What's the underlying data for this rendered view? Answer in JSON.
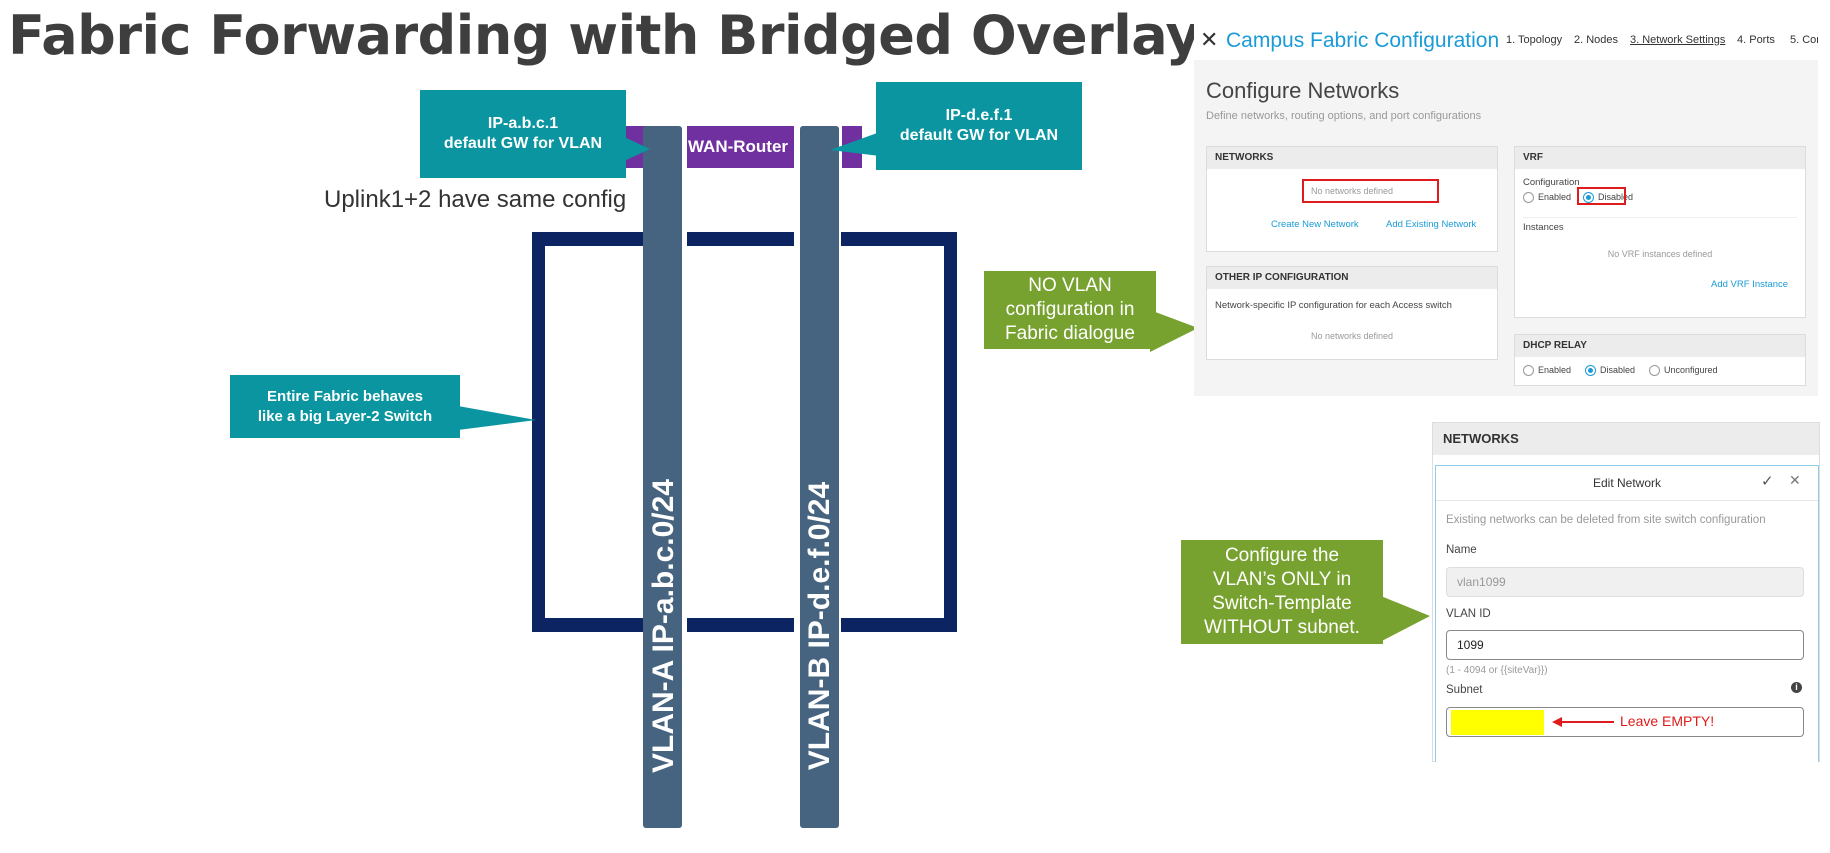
{
  "title": "Fabric Forwarding with Bridged Overlay",
  "callouts": {
    "gw_a": [
      "IP-a.b.c.1",
      "default GW for VLAN"
    ],
    "gw_b": [
      "IP-d.e.f.1",
      "default GW for VLAN"
    ],
    "fabric": [
      "Entire Fabric behaves",
      "like a big  Layer-2 Switch"
    ],
    "no_vlan": [
      "NO VLAN",
      "configuration in",
      "Fabric dialogue"
    ],
    "configure": [
      "Configure the",
      "VLAN’s ONLY in",
      "Switch-Template",
      "WITHOUT subnet."
    ]
  },
  "router_label": "WAN-Router",
  "uplink_note": "Uplink1+2 have same config",
  "vlans": [
    "VLAN-A IP-a.b.c.0/24",
    "VLAN-B IP-d.e.f.0/24"
  ],
  "colors": {
    "teal": "#0a95a0",
    "green": "#78a22f",
    "purple": "#7030a0",
    "vlan_bar": "#46637f",
    "fabric_frame": "#0c2562",
    "link": "#1a9bd7",
    "highlight": "#ffff00",
    "alert": "#e01b1b"
  },
  "cfg": {
    "header": "Campus Fabric Configuration",
    "close_icon": "close-icon",
    "steps": [
      "1. Topology",
      "2. Nodes",
      "3. Network Settings",
      "4. Ports",
      "5. Con"
    ],
    "page_title": "Configure Networks",
    "page_sub": "Define networks, routing options, and port configurations",
    "networks": {
      "head": "NETWORKS",
      "empty": "No networks defined",
      "create": "Create New Network",
      "add": "Add Existing Network"
    },
    "other_ip": {
      "head": "OTHER IP CONFIGURATION",
      "desc": "Network-specific IP configuration for each Access switch",
      "empty": "No networks defined"
    },
    "vrf": {
      "head": "VRF",
      "config_label": "Configuration",
      "enabled": "Enabled",
      "disabled": "Disabled",
      "instances": "Instances",
      "empty": "No VRF instances defined",
      "add": "Add VRF Instance"
    },
    "dhcp": {
      "head": "DHCP RELAY",
      "enabled": "Enabled",
      "disabled": "Disabled",
      "unconfigured": "Unconfigured"
    }
  },
  "net": {
    "head": "NETWORKS",
    "edit_title": "Edit Network",
    "note": "Existing networks can be deleted from site switch configuration",
    "name_label": "Name",
    "name_value": "vlan1099",
    "vlan_label": "VLAN ID",
    "vlan_value": "1099",
    "vlan_hint": "(1 - 4094 or {{siteVar}})",
    "subnet_label": "Subnet",
    "leave_empty": "Leave EMPTY!"
  }
}
